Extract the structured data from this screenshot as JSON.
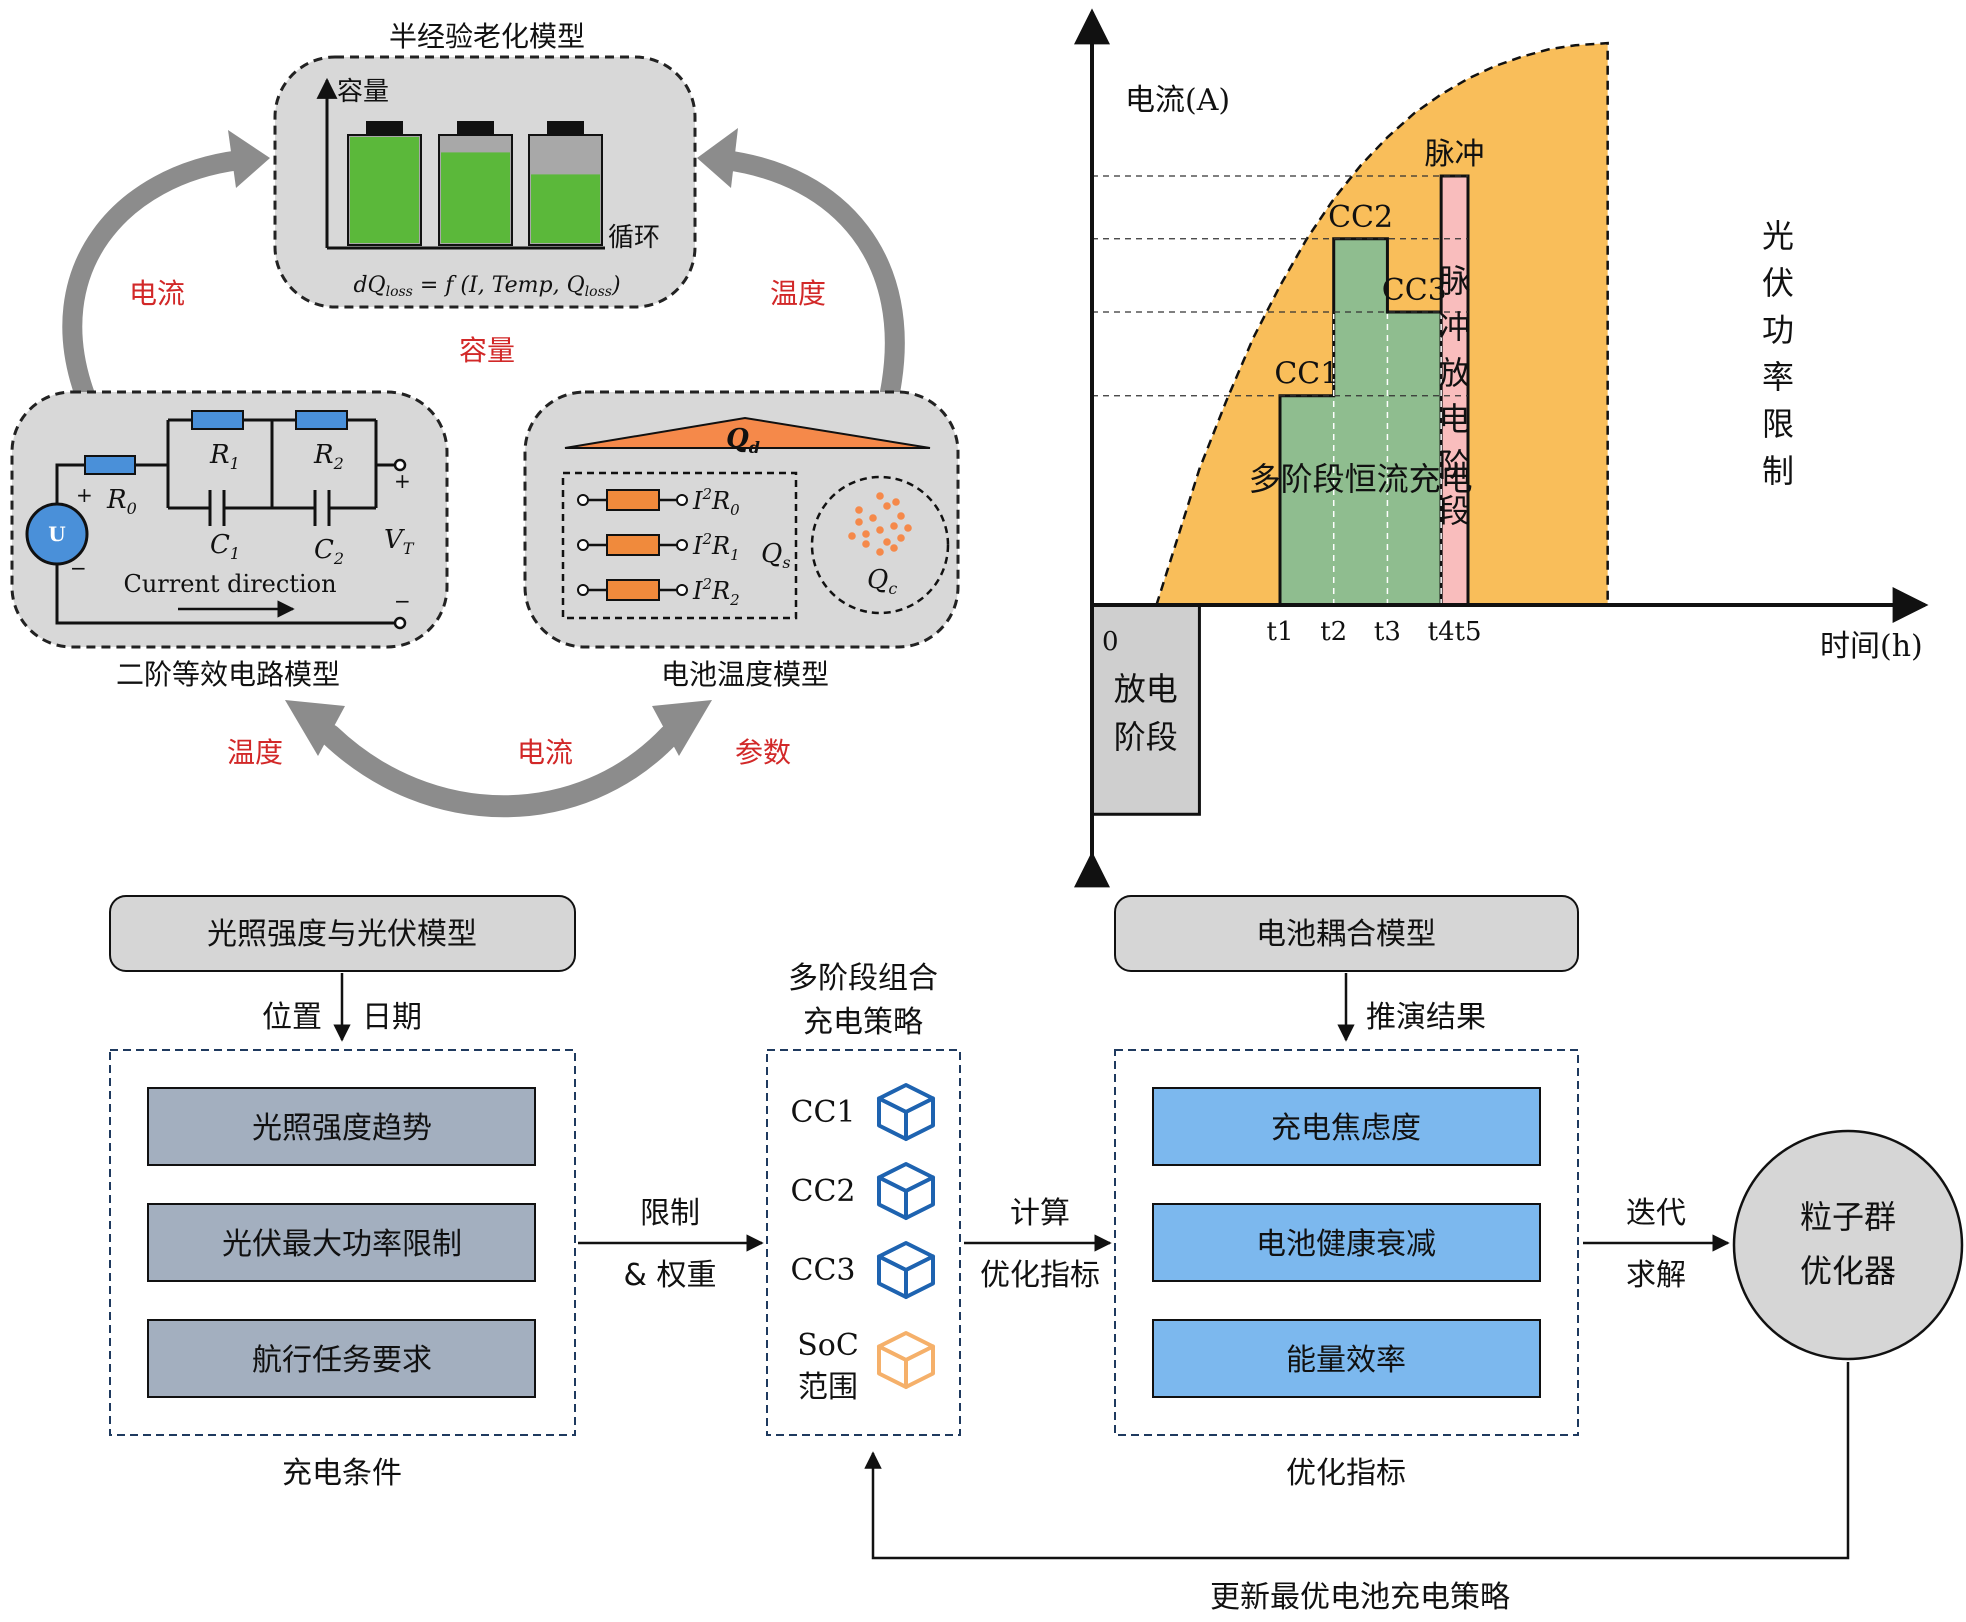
{
  "colors": {
    "panel_gray": "#d8d8d8",
    "arrow_gray": "#8c8c8c",
    "battery_green": "#5bb83a",
    "resistor_blue": "#4a90d9",
    "resistor_orange": "#f08a3c",
    "heat_orange": "#f5894a",
    "red_text": "#d22828",
    "chart_orange": "#f9be5a",
    "chart_green": "#8fbd8f",
    "chart_pink": "#f9bdbd",
    "discharge_gray": "#cfcfcf",
    "box_slate": "#a3afbf",
    "box_blue": "#7cb8ee",
    "cube_blue": "#1e63b0",
    "cube_orange": "#f5b06a",
    "header_gray": "#d6d6d6"
  },
  "cycle": {
    "aging": {
      "title": "半经验老化模型",
      "y_axis": "容量",
      "x_axis": "循环",
      "formula_main": "dQ",
      "formula_sub": "loss",
      "formula_rest": " = f (I, Temp, Q",
      "formula_sub2": "loss",
      "formula_end": ")",
      "battery_levels": [
        1.0,
        0.86,
        0.66
      ]
    },
    "circuit": {
      "title": "二阶等效电路模型",
      "source": "U",
      "r0": "R",
      "r0_sub": "0",
      "r1": "R",
      "r1_sub": "1",
      "r2": "R",
      "r2_sub": "2",
      "c1": "C",
      "c1_sub": "1",
      "c2": "C",
      "c2_sub": "2",
      "vt": "V",
      "vt_sub": "T",
      "plus": "+",
      "minus": "−",
      "current_dir": "Current direction"
    },
    "thermal": {
      "title": "电池温度模型",
      "qd": "Q",
      "qd_sub": "d",
      "qs": "Q",
      "qs_sub": "s",
      "qc": "Q",
      "qc_sub": "c",
      "heat_terms": [
        {
          "base": "I",
          "sup": "2",
          "r": "R",
          "sub": "0"
        },
        {
          "base": "I",
          "sup": "2",
          "r": "R",
          "sub": "1"
        },
        {
          "base": "I",
          "sup": "2",
          "r": "R",
          "sub": "2"
        }
      ]
    },
    "arrow_labels": {
      "left": "电流",
      "right": "温度",
      "center": "容量",
      "bottom_left": "温度",
      "bottom_center": "电流",
      "bottom_right": "参数"
    }
  },
  "chart_data": {
    "type": "area",
    "ylabel": "电流(A)",
    "xlabel": "时间(h)",
    "origin": "0",
    "x_ticks": [
      "t1",
      "t2",
      "t3",
      "t4",
      "t5"
    ],
    "tick_positions": [
      1,
      2,
      3,
      4,
      4.5
    ],
    "xlim": [
      -2.5,
      7.8
    ],
    "ylim": [
      -2.0,
      5.6
    ],
    "levels": {
      "CC1": 2.0,
      "CC2": 3.5,
      "CC3": 2.8,
      "pulse": 4.1
    },
    "pv_curve_x": [
      -1.3,
      -0.5,
      0,
      0.5,
      1,
      1.5,
      2,
      2.5,
      3,
      3.5,
      4,
      4.5,
      5,
      5.5,
      6,
      6.5,
      7.1
    ],
    "pv_curve_y": [
      0,
      1.3,
      1.95,
      2.55,
      3.05,
      3.5,
      3.88,
      4.2,
      4.47,
      4.7,
      4.88,
      5.03,
      5.15,
      5.24,
      5.31,
      5.35,
      5.37
    ],
    "discharge": {
      "x0": -2.5,
      "x1": -0.5,
      "y": -2.0
    },
    "region_labels": {
      "cc1": "CC1",
      "cc2": "CC2",
      "cc3": "CC3",
      "pulse_top": "脉冲",
      "multi_stage": "多阶段恒流充电",
      "pulse_stage": [
        "脉",
        "冲",
        "放",
        "电",
        "阶",
        "段"
      ],
      "pv_limit": [
        "光",
        "伏",
        "功",
        "率",
        "限",
        "制"
      ],
      "discharge_stage": [
        "放电",
        "阶段"
      ]
    }
  },
  "flow": {
    "pv_model": "光照强度与光伏模型",
    "battery_model": "电池耦合模型",
    "loc_label": "位置",
    "date_label": "日期",
    "deduce_label": "推演结果",
    "conditions": [
      "光照强度趋势",
      "光伏最大功率限制",
      "航行任务要求"
    ],
    "conditions_caption": "充电条件",
    "strategy_title": [
      "多阶段组合",
      "充电策略"
    ],
    "strategy_items": [
      "CC1",
      "CC2",
      "CC3"
    ],
    "soc_label": [
      "SoC",
      "范围"
    ],
    "metrics": [
      "充电焦虑度",
      "电池健康衰减",
      "能量效率"
    ],
    "metrics_caption": "优化指标",
    "arrow1": [
      "限制",
      "& 权重"
    ],
    "arrow2": [
      "计算",
      "优化指标"
    ],
    "arrow3": [
      "迭代",
      "求解"
    ],
    "optimizer": [
      "粒子群",
      "优化器"
    ],
    "feedback": "更新最优电池充电策略"
  }
}
